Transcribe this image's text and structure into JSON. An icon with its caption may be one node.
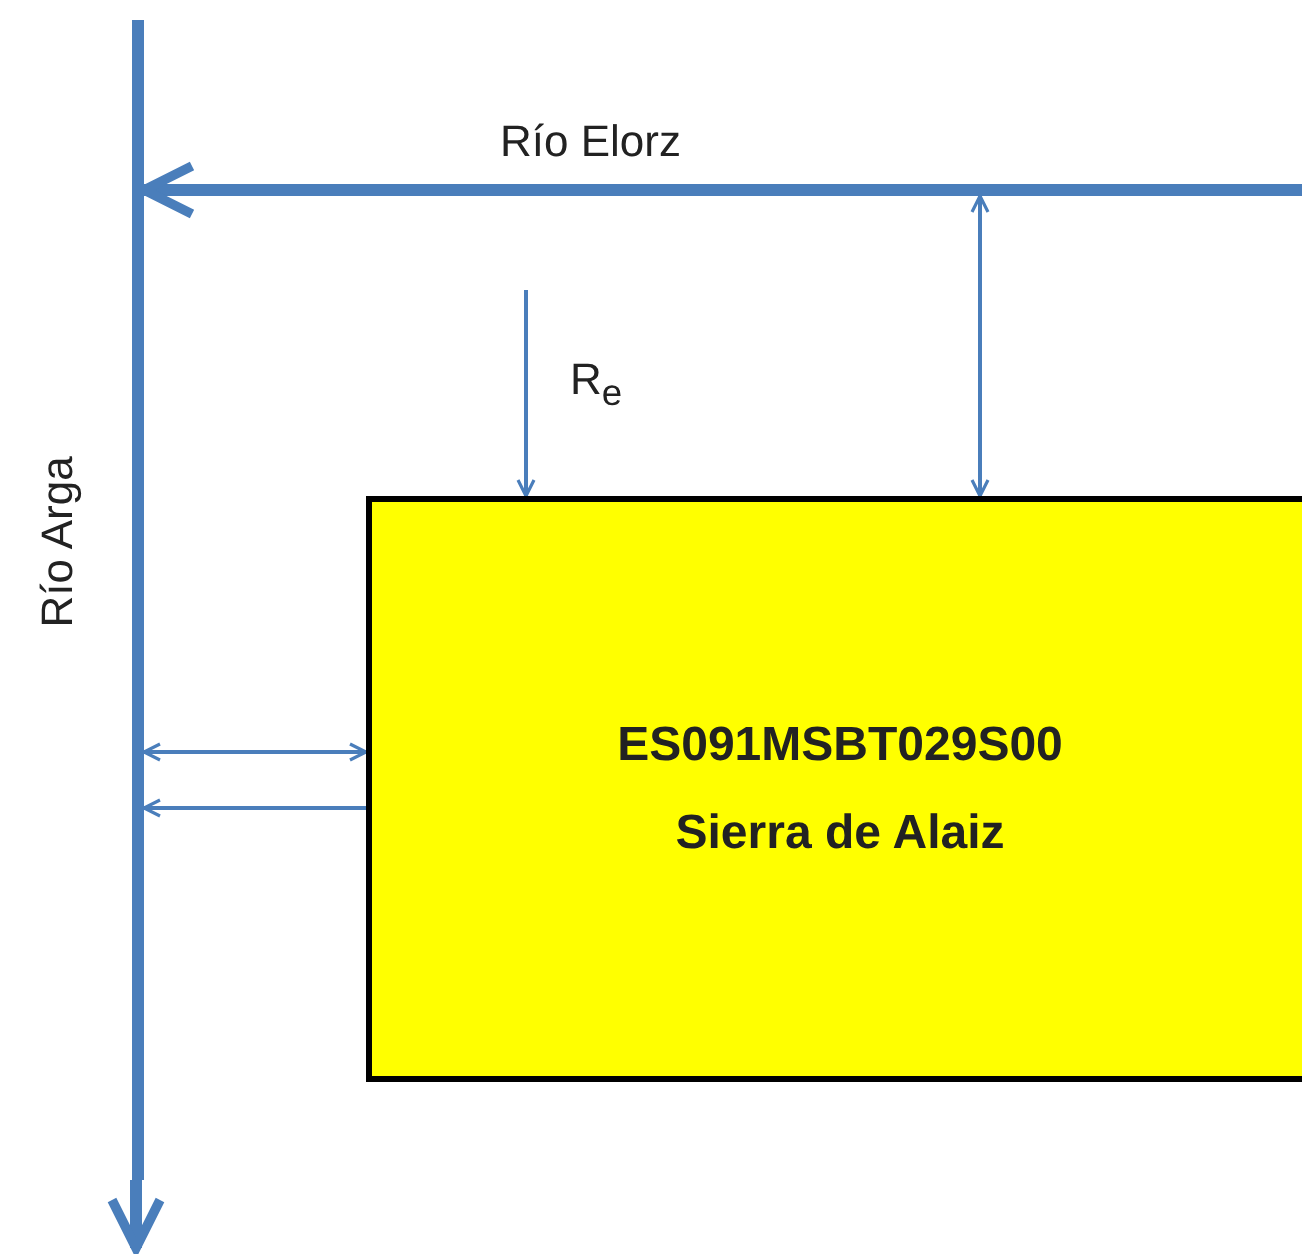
{
  "diagram": {
    "nodes": [
      {
        "text": [
          "Río Arga"
        ]
      },
      {
        "text": [
          "Río Elorz"
        ]
      },
      {
        "text": [
          "ES091MSBT029S00",
          "Sierra de Alaiz"
        ]
      }
    ],
    "edges": [
      {
        "from": null,
        "to": 2,
        "arrow": "to",
        "label": "R$_{e}$"
      },
      {
        "from": 1,
        "to": 2,
        "arrow": "both"
      },
      {
        "from": 0,
        "to": 2,
        "arrow": "both"
      },
      {
        "from": 2,
        "to": 0,
        "arrow": "to"
      },
      {
        "from": 1,
        "to": 0,
        "arrow": "to",
        "style": "thick"
      },
      {
        "from": 0,
        "to": null,
        "arrow": "to",
        "style": "thick"
      }
    ]
  }
}
